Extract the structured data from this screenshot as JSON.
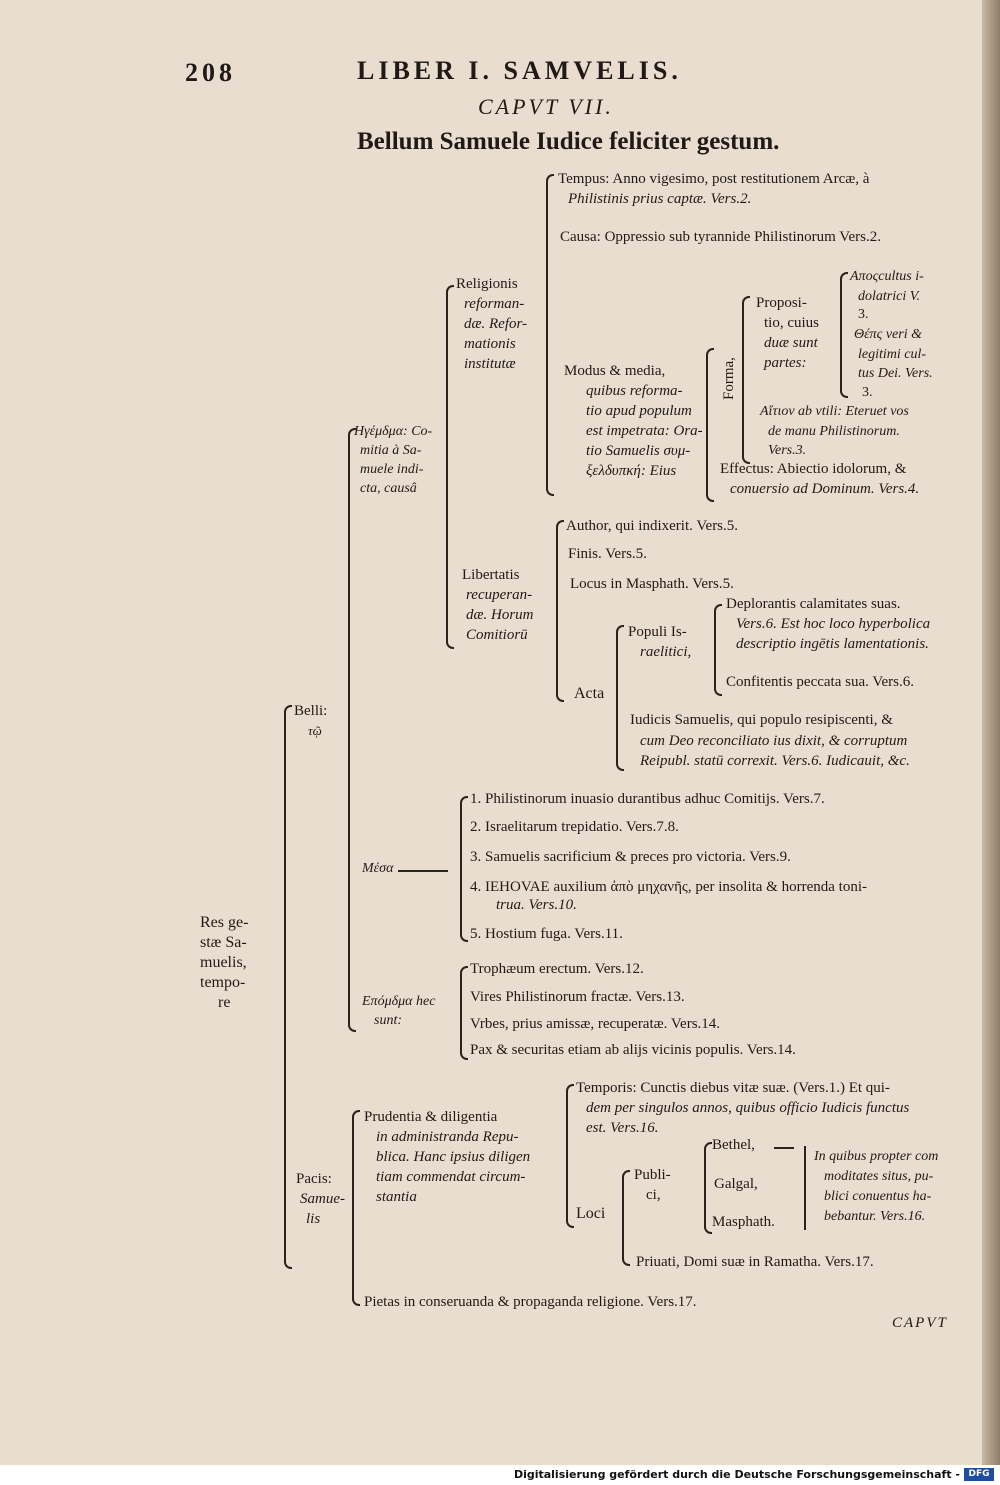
{
  "header": {
    "page_number": "208",
    "running_title": "LIBER I. SAMVELIS.",
    "chapter": "CAPVT VII.",
    "title": "Bellum Samuele Iudice feliciter gestum."
  },
  "tree": {
    "root": [
      "Res ge-",
      "stæ Sa-",
      "muelis,",
      "tempo-",
      "re"
    ],
    "belli": [
      "Belli:",
      "τῷ"
    ],
    "hegemona": [
      "Ηγέμδμα: Co-",
      "mitia à Sa-",
      "muele indi-",
      "cta, causâ"
    ],
    "religionis": [
      "Religionis",
      "reforman-",
      "dæ. Refor-",
      "mationis",
      "institutæ"
    ],
    "tempus": [
      "Tempus: Anno vigesimo, post restitutionem Arcæ, à",
      "Philistinis prius captæ. Vers.2."
    ],
    "causa": "Causa: Oppressio sub tyrannide Philistinorum Vers.2.",
    "modus": [
      "Modus & media,",
      "quibus reforma-",
      "tio apud populum",
      "est impetrata: Ora-",
      "tio Samuelis συμ-",
      "ξελδυπκή: Eius"
    ],
    "forma": "Forma,",
    "propositio": [
      "Proposi-",
      "tio, cuius",
      "duæ sunt",
      "partes:"
    ],
    "part1": [
      "Αποςcultus i-",
      "dolatrici V.",
      "3."
    ],
    "part2": [
      "Θέπς veri &",
      "legitimi cul-",
      "tus Dei. Vers.",
      "3."
    ],
    "aition": [
      "Αἴτιον ab vtili: Eteruet vos",
      "de manu Philistinorum.",
      "Vers.3."
    ],
    "effectus": [
      "Effectus: Abiectio idolorum, &",
      "conuersio ad Dominum. Vers.4."
    ],
    "libertatis": [
      "Libertatis",
      "recuperan-",
      "dæ. Horum",
      "Comitiorū"
    ],
    "author": "Author, qui indixerit. Vers.5.",
    "finis": "Finis. Vers.5.",
    "locus": "Locus in Masphath. Vers.5.",
    "acta": "Acta",
    "populi": [
      "Populi Is-",
      "raelitici,"
    ],
    "deplorantis": [
      "Deplorantis calamitates suas.",
      "Vers.6. Est hoc loco hyperbolica",
      "descriptio ingētis lamentationis."
    ],
    "confitentis": "Confitentis peccata sua. Vers.6.",
    "iudicis": [
      "Iudicis Samuelis, qui populo resipiscenti, &",
      "cum Deo reconciliato ius dixit, & corruptum",
      "Reipubl. statū correxit. Vers.6. Iudicauit, &c."
    ],
    "mesa": "Μέσα",
    "mesa_items": [
      "1. Philistinorum inuasio durantibus adhuc Comitijs. Vers.7.",
      "2. Israelitarum trepidatio. Vers.7.8.",
      "3. Samuelis sacrificium & preces pro victoria. Vers.9.",
      "4. IEHOVAE auxilium ἀπὸ μηχανῆς, per insolita & horrenda toni-",
      "trua. Vers.10.",
      "5. Hostium fuga. Vers.11."
    ],
    "epomena": [
      "Επόμδμα hec",
      "sunt:"
    ],
    "epomena_items": [
      "Trophæum erectum. Vers.12.",
      "Vires Philistinorum fractæ. Vers.13.",
      "Vrbes, prius amissæ, recuperatæ. Vers.14.",
      "Pax & securitas etiam ab alijs vicinis populis. Vers.14."
    ],
    "pacis": [
      "Pacis:",
      "Samue-",
      "lis"
    ],
    "prudentia": [
      "Prudentia & diligentia",
      "in administranda Repu-",
      "blica. Hanc ipsius diligen",
      "tiam commendat circum-",
      "stantia"
    ],
    "temporis": [
      "Temporis: Cunctis diebus vitæ suæ. (Vers.1.) Et qui-",
      "dem per singulos annos, quibus officio Iudicis functus",
      "est. Vers.16."
    ],
    "loci": "Loci",
    "publici": [
      "Publi-",
      "ci,"
    ],
    "towns": [
      "Bethel,",
      "Galgal,",
      "Masphath."
    ],
    "towns_note": [
      "In quibus propter com",
      "moditates situs, pu-",
      "blici conuentus ha-",
      "bebantur. Vers.16."
    ],
    "priuati": "Priuati, Domi suæ in Ramatha. Vers.17.",
    "pietas": "Pietas in conseruanda & propaganda religione. Vers.17."
  },
  "catchword": "CAPVT",
  "footer": {
    "text": "Digitalisierung gefördert durch die Deutsche Forschungsgemeinschaft -",
    "logo": "DFG"
  }
}
